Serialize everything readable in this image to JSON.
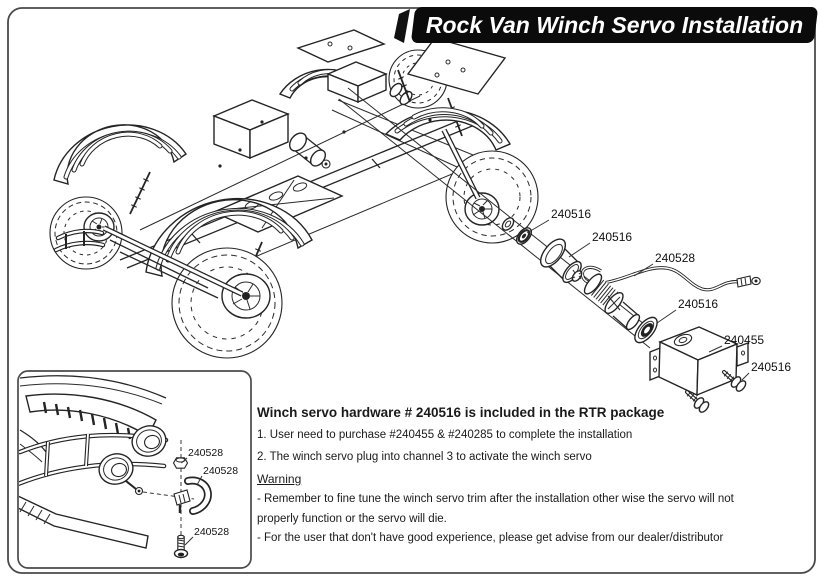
{
  "banner": {
    "title": "Rock Van Winch Servo Installation"
  },
  "instructions": {
    "heading": "Winch servo hardware # 240516 is included in the RTR package",
    "steps": [
      "1. User need to purchase #240455 & #240285 to complete the installation",
      "2. The winch servo plug into channel 3 to activate the winch servo"
    ],
    "warning_title": "Warning",
    "warning_lines": [
      "- Remember to fine tune the winch servo trim after the installation other wise the servo will not",
      "properly function or the servo will die.",
      "- For the user that don't have good experience, please get advise from our dealer/distributor"
    ]
  },
  "exploded_view": {
    "labels": [
      {
        "part": "240516"
      },
      {
        "part": "240516"
      },
      {
        "part": "240528"
      },
      {
        "part": "240516"
      },
      {
        "part": "240455"
      },
      {
        "part": "240516"
      }
    ]
  },
  "inset": {
    "labels": [
      {
        "part": "240528"
      },
      {
        "part": "240528"
      },
      {
        "part": "240528"
      }
    ]
  }
}
